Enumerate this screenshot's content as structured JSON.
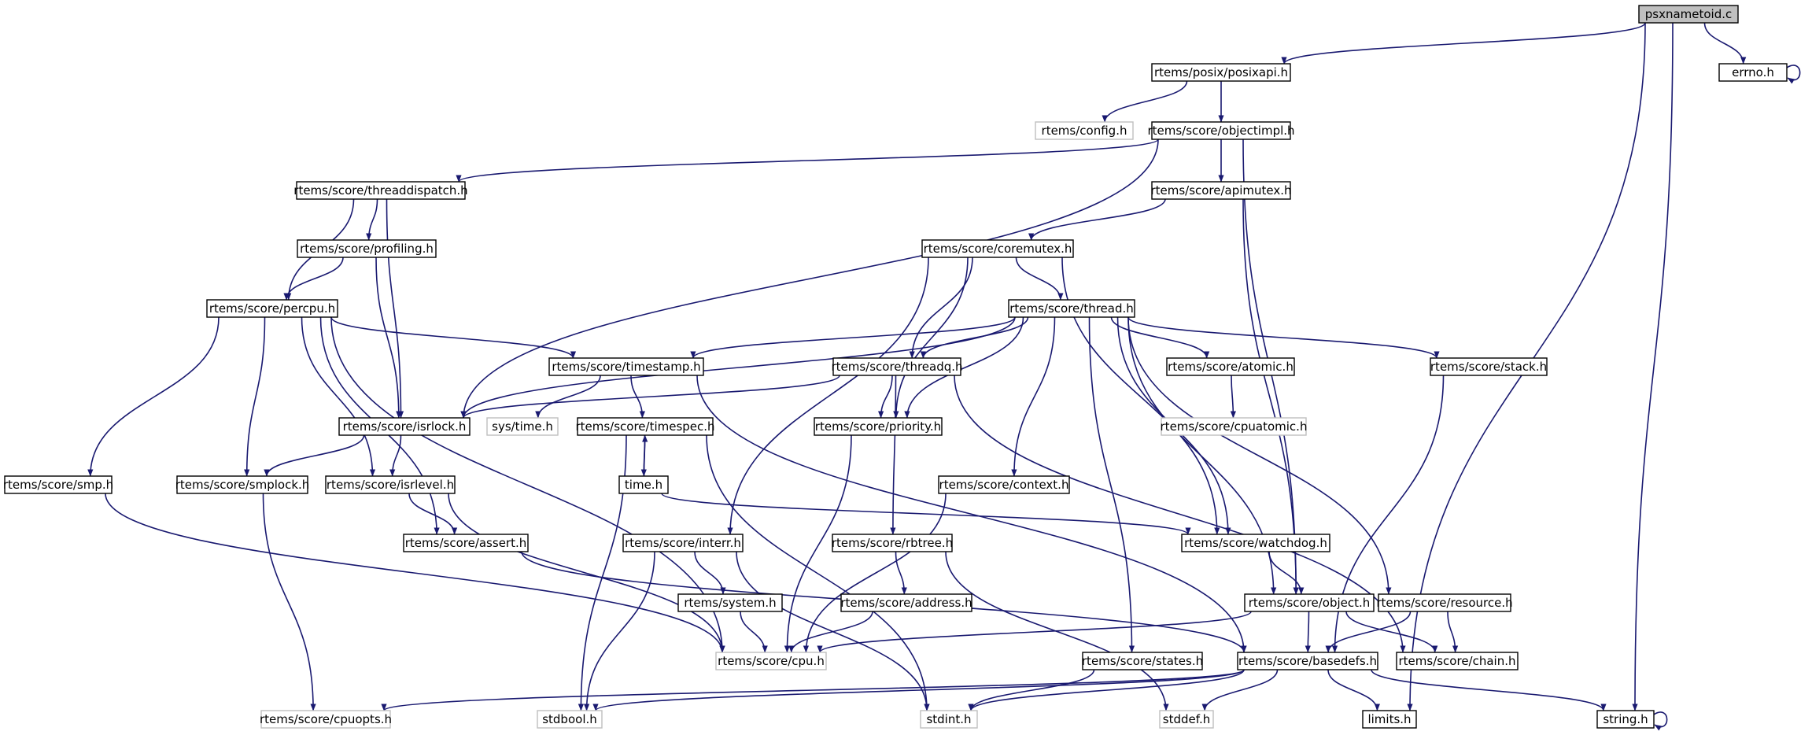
{
  "colors": {
    "edge": "#191970",
    "node_border": "#000000",
    "external_border": "#bfbfbf",
    "root_fill": "#bfbfbf",
    "node_fill": "#ffffff"
  },
  "nodes": [
    {
      "id": "psxnametoid",
      "label": "psxnametoid.c",
      "kind": "root"
    },
    {
      "id": "errno",
      "label": "errno.h",
      "kind": "file"
    },
    {
      "id": "posixapi",
      "label": "rtems/posix/posixapi.h",
      "kind": "file"
    },
    {
      "id": "config",
      "label": "rtems/config.h",
      "kind": "external"
    },
    {
      "id": "objectimpl",
      "label": "rtems/score/objectimpl.h",
      "kind": "file"
    },
    {
      "id": "threaddispatch",
      "label": "rtems/score/threaddispatch.h",
      "kind": "file"
    },
    {
      "id": "apimutex",
      "label": "rtems/score/apimutex.h",
      "kind": "file"
    },
    {
      "id": "profiling",
      "label": "rtems/score/profiling.h",
      "kind": "file"
    },
    {
      "id": "coremutex",
      "label": "rtems/score/coremutex.h",
      "kind": "file"
    },
    {
      "id": "percpu",
      "label": "rtems/score/percpu.h",
      "kind": "file"
    },
    {
      "id": "thread",
      "label": "rtems/score/thread.h",
      "kind": "file"
    },
    {
      "id": "timestamp",
      "label": "rtems/score/timestamp.h",
      "kind": "file"
    },
    {
      "id": "threadq",
      "label": "rtems/score/threadq.h",
      "kind": "file"
    },
    {
      "id": "atomic",
      "label": "rtems/score/atomic.h",
      "kind": "file"
    },
    {
      "id": "stack",
      "label": "rtems/score/stack.h",
      "kind": "file"
    },
    {
      "id": "isrlock",
      "label": "rtems/score/isrlock.h",
      "kind": "file"
    },
    {
      "id": "systime",
      "label": "sys/time.h",
      "kind": "external"
    },
    {
      "id": "timespec",
      "label": "rtems/score/timespec.h",
      "kind": "file"
    },
    {
      "id": "priority",
      "label": "rtems/score/priority.h",
      "kind": "file"
    },
    {
      "id": "cpuatomic",
      "label": "rtems/score/cpuatomic.h",
      "kind": "external"
    },
    {
      "id": "smp",
      "label": "rtems/score/smp.h",
      "kind": "file"
    },
    {
      "id": "smplock",
      "label": "rtems/score/smplock.h",
      "kind": "file"
    },
    {
      "id": "isrlevel",
      "label": "rtems/score/isrlevel.h",
      "kind": "file"
    },
    {
      "id": "timeh",
      "label": "time.h",
      "kind": "file"
    },
    {
      "id": "context",
      "label": "rtems/score/context.h",
      "kind": "file"
    },
    {
      "id": "assert",
      "label": "rtems/score/assert.h",
      "kind": "file"
    },
    {
      "id": "interr",
      "label": "rtems/score/interr.h",
      "kind": "file"
    },
    {
      "id": "rbtree",
      "label": "rtems/score/rbtree.h",
      "kind": "file"
    },
    {
      "id": "watchdog",
      "label": "rtems/score/watchdog.h",
      "kind": "file"
    },
    {
      "id": "system",
      "label": "rtems/system.h",
      "kind": "file"
    },
    {
      "id": "address",
      "label": "rtems/score/address.h",
      "kind": "file"
    },
    {
      "id": "object",
      "label": "rtems/score/object.h",
      "kind": "file"
    },
    {
      "id": "resource",
      "label": "rtems/score/resource.h",
      "kind": "file"
    },
    {
      "id": "cpu",
      "label": "rtems/score/cpu.h",
      "kind": "external"
    },
    {
      "id": "states",
      "label": "rtems/score/states.h",
      "kind": "file"
    },
    {
      "id": "basedefs",
      "label": "rtems/score/basedefs.h",
      "kind": "file"
    },
    {
      "id": "chain",
      "label": "rtems/score/chain.h",
      "kind": "file"
    },
    {
      "id": "cpuopts",
      "label": "rtems/score/cpuopts.h",
      "kind": "external"
    },
    {
      "id": "stdbool",
      "label": "stdbool.h",
      "kind": "external"
    },
    {
      "id": "stdint",
      "label": "stdint.h",
      "kind": "external"
    },
    {
      "id": "stddef",
      "label": "stddef.h",
      "kind": "external"
    },
    {
      "id": "limits",
      "label": "limits.h",
      "kind": "file"
    },
    {
      "id": "string",
      "label": "string.h",
      "kind": "file"
    }
  ],
  "edges": [
    [
      "psxnametoid",
      "posixapi"
    ],
    [
      "psxnametoid",
      "errno"
    ],
    [
      "psxnametoid",
      "limits"
    ],
    [
      "psxnametoid",
      "string"
    ],
    [
      "errno",
      "errno"
    ],
    [
      "string",
      "string"
    ],
    [
      "posixapi",
      "config"
    ],
    [
      "posixapi",
      "objectimpl"
    ],
    [
      "objectimpl",
      "threaddispatch"
    ],
    [
      "objectimpl",
      "apimutex"
    ],
    [
      "objectimpl",
      "isrlock"
    ],
    [
      "objectimpl",
      "object"
    ],
    [
      "threaddispatch",
      "profiling"
    ],
    [
      "threaddispatch",
      "percpu"
    ],
    [
      "threaddispatch",
      "isrlock"
    ],
    [
      "profiling",
      "percpu"
    ],
    [
      "profiling",
      "isrlock"
    ],
    [
      "apimutex",
      "coremutex"
    ],
    [
      "apimutex",
      "object"
    ],
    [
      "coremutex",
      "thread"
    ],
    [
      "coremutex",
      "threadq"
    ],
    [
      "coremutex",
      "priority"
    ],
    [
      "coremutex",
      "watchdog"
    ],
    [
      "coremutex",
      "interr"
    ],
    [
      "percpu",
      "timestamp"
    ],
    [
      "percpu",
      "smp"
    ],
    [
      "percpu",
      "smplock"
    ],
    [
      "percpu",
      "isrlevel"
    ],
    [
      "percpu",
      "assert"
    ],
    [
      "percpu",
      "cpu"
    ],
    [
      "thread",
      "timestamp"
    ],
    [
      "thread",
      "isrlock"
    ],
    [
      "thread",
      "threadq"
    ],
    [
      "thread",
      "atomic"
    ],
    [
      "thread",
      "stack"
    ],
    [
      "thread",
      "priority"
    ],
    [
      "thread",
      "context"
    ],
    [
      "thread",
      "states"
    ],
    [
      "thread",
      "watchdog"
    ],
    [
      "thread",
      "object"
    ],
    [
      "thread",
      "resource"
    ],
    [
      "timestamp",
      "systime"
    ],
    [
      "timestamp",
      "timespec"
    ],
    [
      "timestamp",
      "basedefs"
    ],
    [
      "threadq",
      "isrlock"
    ],
    [
      "threadq",
      "priority"
    ],
    [
      "threadq",
      "rbtree"
    ],
    [
      "threadq",
      "chain"
    ],
    [
      "atomic",
      "cpuatomic"
    ],
    [
      "stack",
      "basedefs"
    ],
    [
      "isrlock",
      "smplock"
    ],
    [
      "isrlock",
      "isrlevel"
    ],
    [
      "timespec",
      "timeh"
    ],
    [
      "timespec",
      "stdbool"
    ],
    [
      "timespec",
      "stdint"
    ],
    [
      "timeh",
      "timespec"
    ],
    [
      "timeh",
      "watchdog"
    ],
    [
      "priority",
      "cpu"
    ],
    [
      "smp",
      "cpu"
    ],
    [
      "smplock",
      "cpuopts"
    ],
    [
      "isrlevel",
      "assert"
    ],
    [
      "isrlevel",
      "cpu"
    ],
    [
      "context",
      "cpu"
    ],
    [
      "assert",
      "basedefs"
    ],
    [
      "interr",
      "system"
    ],
    [
      "interr",
      "stdbool"
    ],
    [
      "interr",
      "stdint"
    ],
    [
      "rbtree",
      "address"
    ],
    [
      "rbtree",
      "stddef"
    ],
    [
      "watchdog",
      "object"
    ],
    [
      "system",
      "cpu"
    ],
    [
      "address",
      "cpu"
    ],
    [
      "object",
      "cpu"
    ],
    [
      "object",
      "basedefs"
    ],
    [
      "object",
      "chain"
    ],
    [
      "resource",
      "basedefs"
    ],
    [
      "resource",
      "chain"
    ],
    [
      "states",
      "stdint"
    ],
    [
      "basedefs",
      "cpuopts"
    ],
    [
      "basedefs",
      "stdbool"
    ],
    [
      "basedefs",
      "stdint"
    ],
    [
      "basedefs",
      "stddef"
    ],
    [
      "basedefs",
      "limits"
    ],
    [
      "basedefs",
      "string"
    ]
  ]
}
